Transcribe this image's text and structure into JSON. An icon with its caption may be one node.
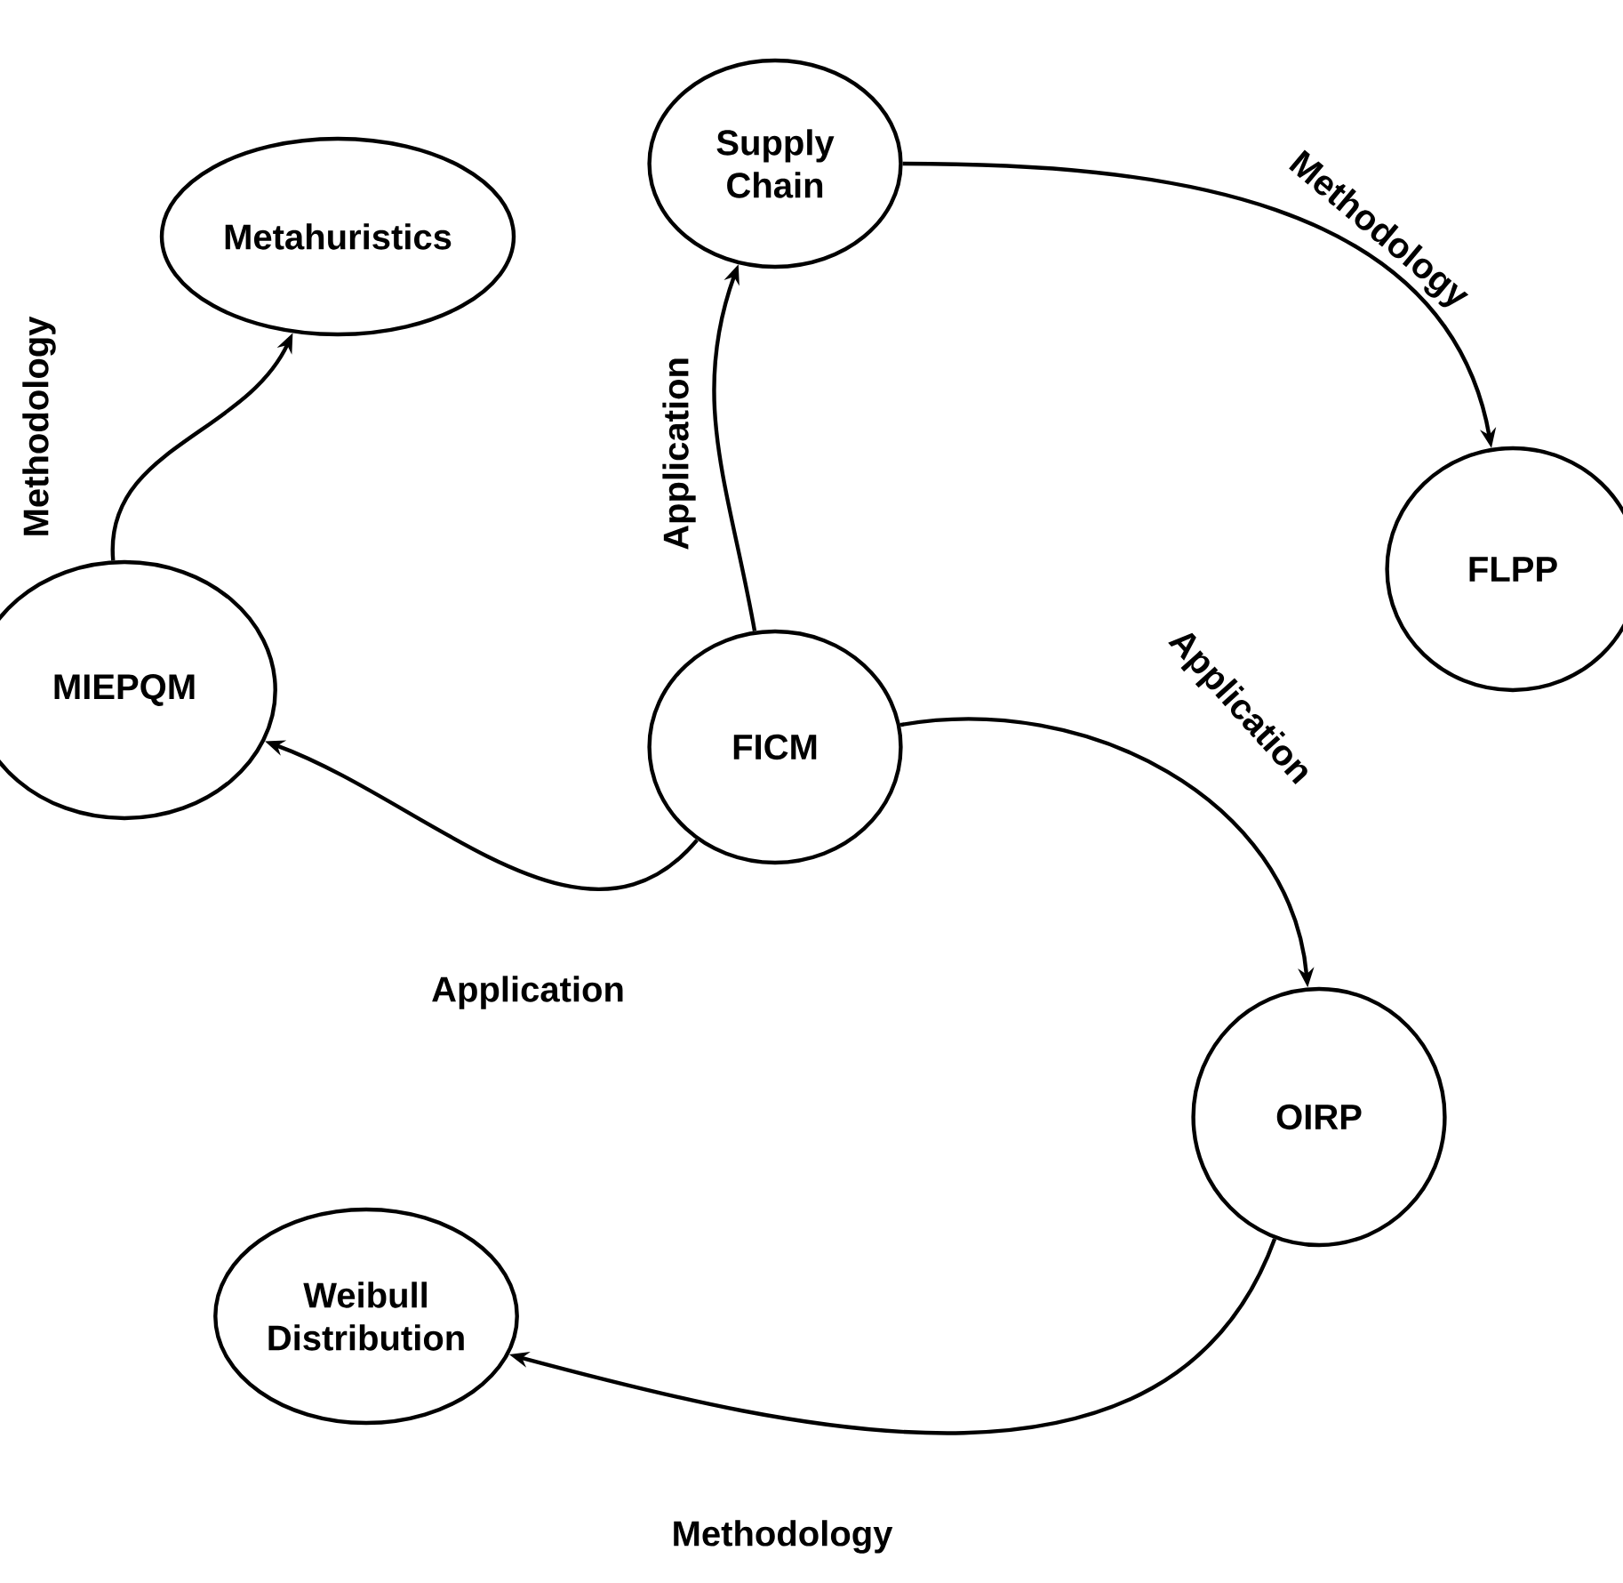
{
  "diagram": {
    "nodes": [
      {
        "text": [
          "Metahuristics"
        ]
      },
      {
        "text": [
          "Supply Chain"
        ]
      },
      {
        "text": [
          "FLPP"
        ]
      },
      {
        "text": [
          "MIEPQM"
        ]
      },
      {
        "text": [
          "FICM"
        ]
      },
      {
        "text": [
          "OIRP"
        ]
      },
      {
        "text": [
          "Weibull Distribution"
        ]
      }
    ],
    "edges": [
      {
        "from": 3,
        "to": 0,
        "arrow": "to",
        "label": "Methodology"
      },
      {
        "from": 4,
        "to": 1,
        "arrow": "to",
        "label": "Application"
      },
      {
        "from": 1,
        "to": 2,
        "arrow": "to",
        "label": "Methodology"
      },
      {
        "from": 4,
        "to": 3,
        "arrow": "to",
        "label": "Application"
      },
      {
        "from": 4,
        "to": 5,
        "arrow": "to",
        "label": "Application"
      },
      {
        "from": 5,
        "to": 6,
        "arrow": "to",
        "label": "Methodology"
      }
    ]
  }
}
